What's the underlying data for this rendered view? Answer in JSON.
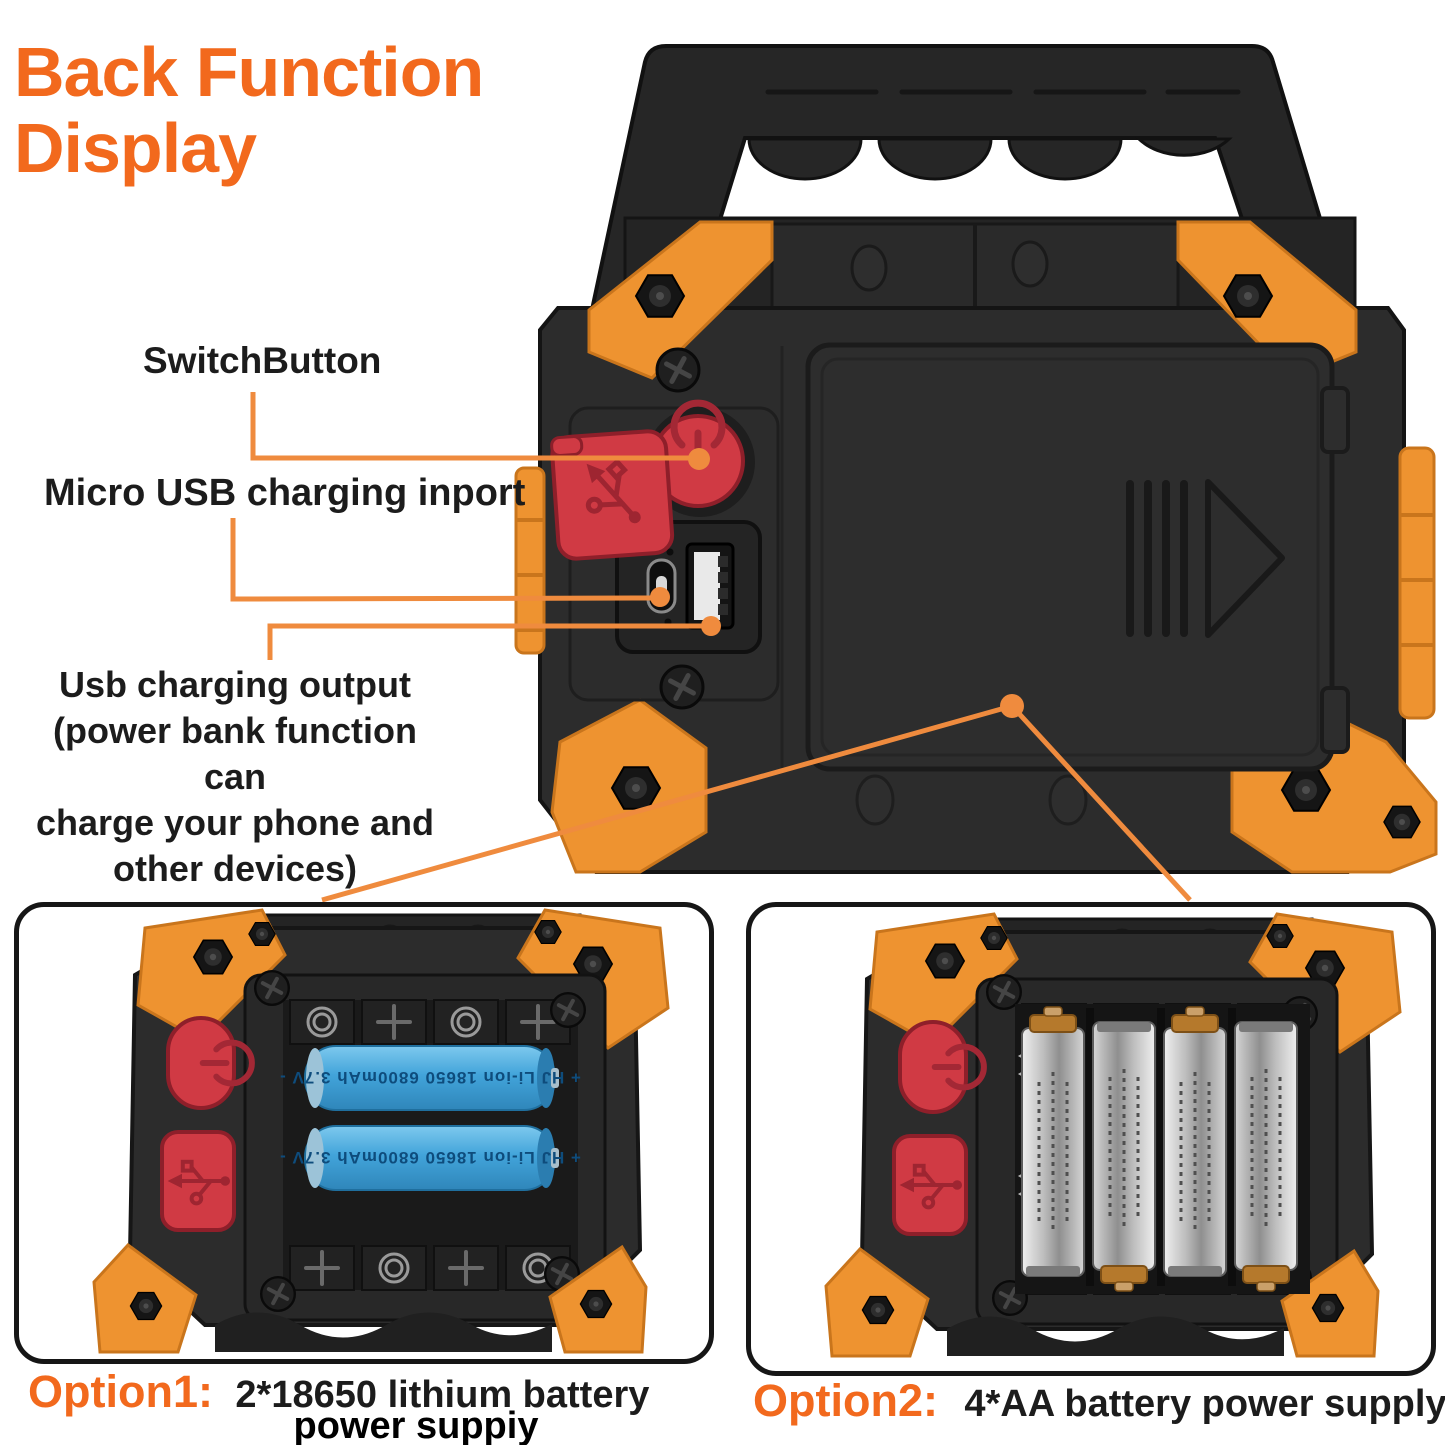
{
  "title": {
    "lines": [
      "Back Function",
      "Display"
    ]
  },
  "callouts": {
    "switch_button": "SwitchButton",
    "micro_usb": "Micro USB charging inport",
    "usb_output_lines": [
      "Usb charging output",
      "(power bank function can",
      "charge your phone and",
      "other devices)"
    ]
  },
  "options": [
    {
      "label": "Option1:",
      "lines": [
        "2*18650 lithium battery",
        "power suppiy"
      ]
    },
    {
      "label": "Option2:",
      "lines": [
        "4*AA battery power supply"
      ]
    }
  ],
  "battery_marking": "+ HJ Li-ion 18650 6800mAh 3.7V -",
  "icons": {
    "power_button": "power-icon",
    "usb_cover": "usb-icon",
    "battery_door": "triangle-arrow-icon"
  },
  "colors": {
    "title_orange": "#f2691d",
    "leader_orange": "#ef8b3e",
    "bumper_orange": "#ee9330",
    "bumper_edge": "#c9751c",
    "button_red": "#d03a44",
    "button_red_dark": "#9e2531",
    "battery_blue": "#42a4da",
    "text_dark": "#1c1c1c",
    "body_dark": "#2c2c2c"
  }
}
